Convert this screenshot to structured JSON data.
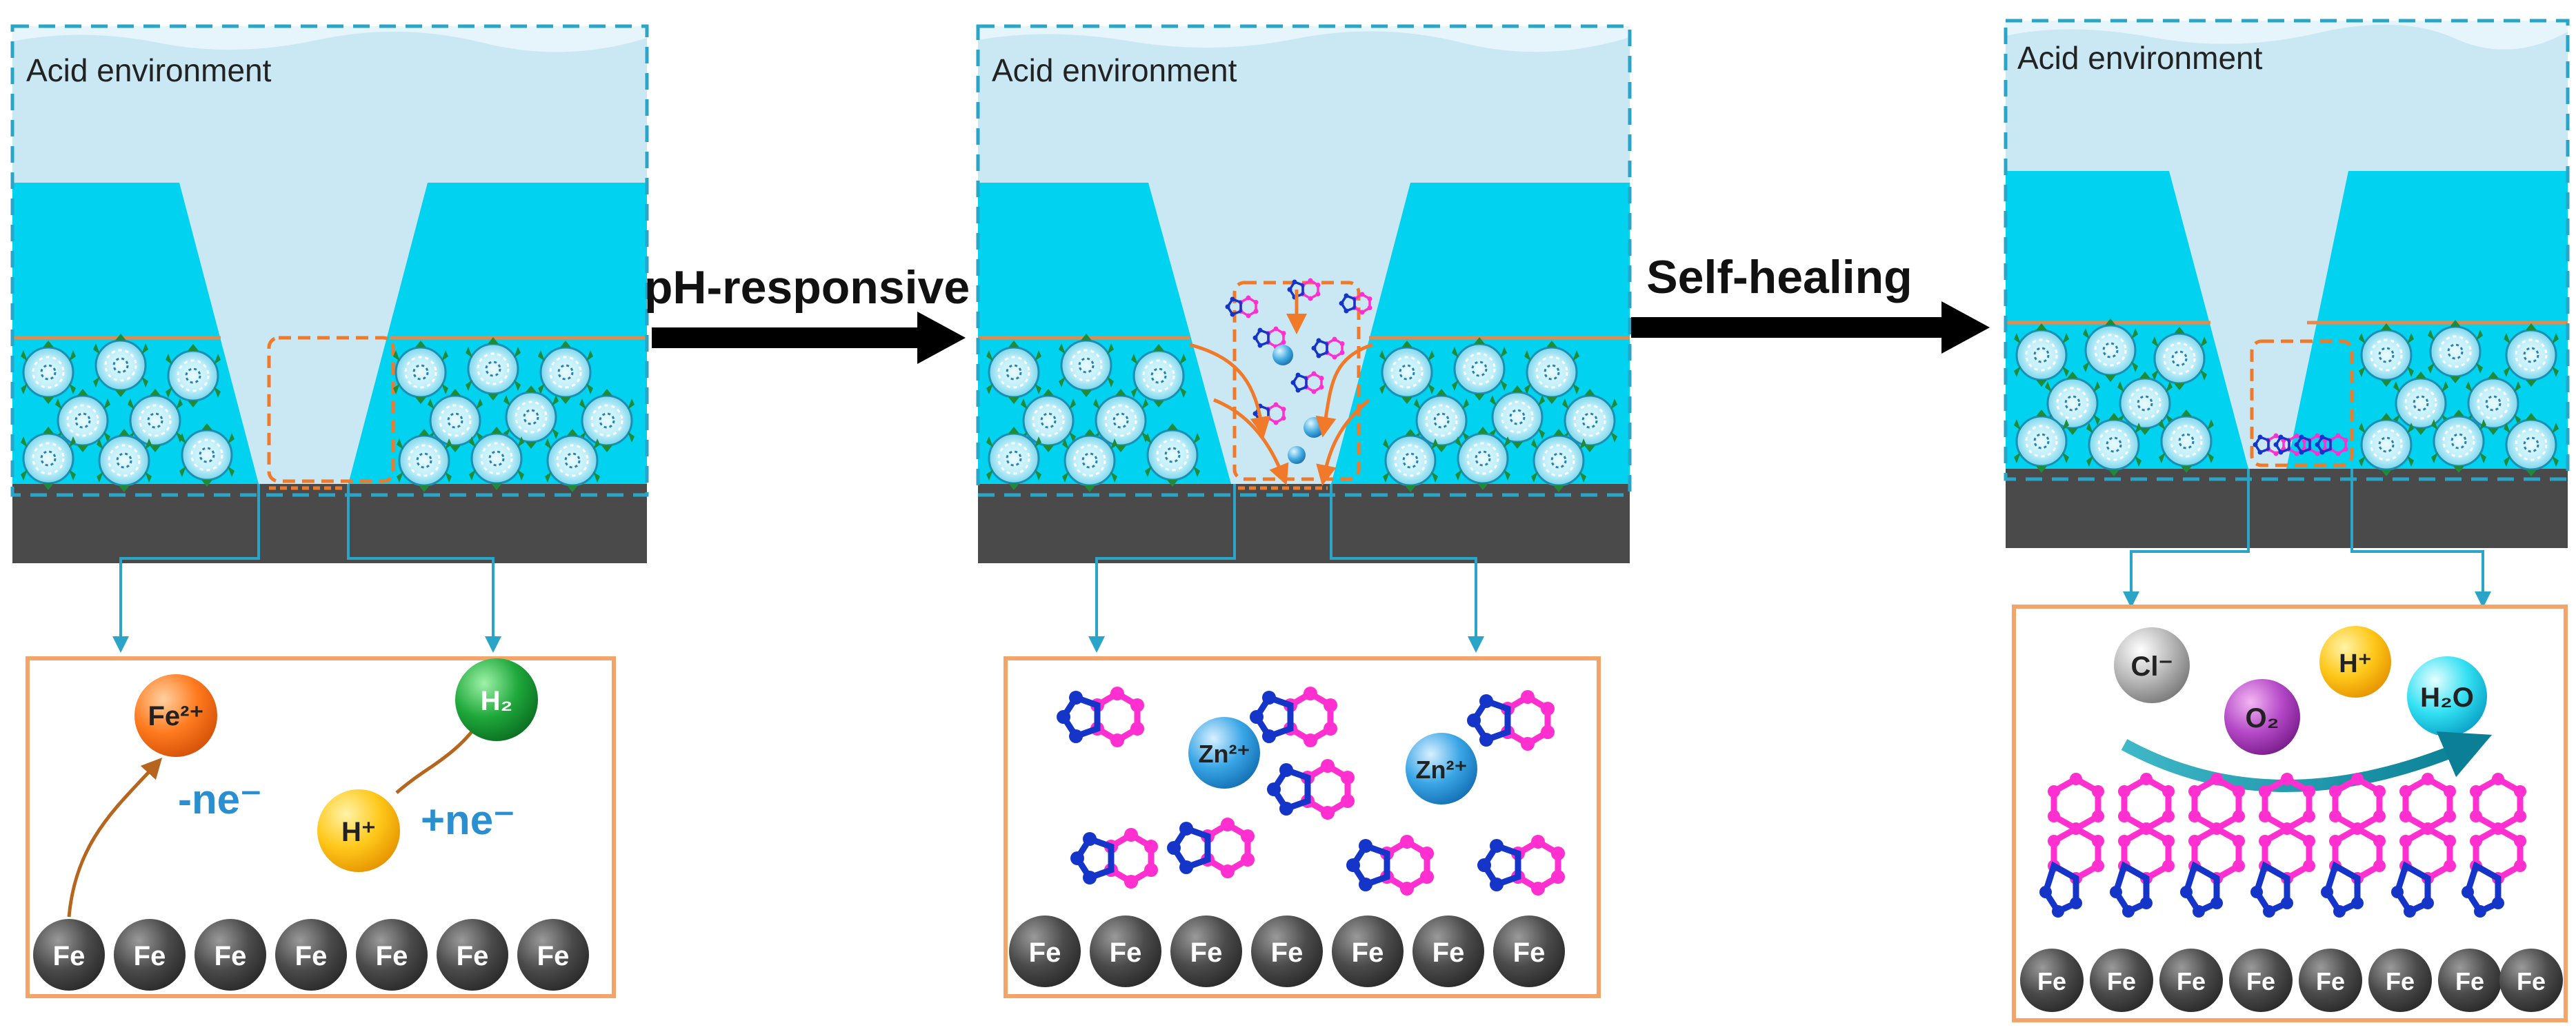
{
  "panels": [
    {
      "env_label": "Acid environment",
      "inset": {
        "fe_labels": [
          "Fe",
          "Fe",
          "Fe",
          "Fe",
          "Fe",
          "Fe",
          "Fe"
        ],
        "ion_fe": "Fe²⁺",
        "ion_h": "H⁺",
        "ion_h2": "H₂",
        "minus_ne": "-ne⁻",
        "plus_ne": "+ne⁻"
      }
    },
    {
      "env_label": "Acid environment",
      "inset": {
        "fe_labels": [
          "Fe",
          "Fe",
          "Fe",
          "Fe",
          "Fe",
          "Fe",
          "Fe"
        ],
        "zn_ion_1": "Zn²⁺",
        "zn_ion_2": "Zn²⁺"
      }
    },
    {
      "env_label": "Acid environment",
      "inset": {
        "fe_labels": [
          "Fe",
          "Fe",
          "Fe",
          "Fe",
          "Fe",
          "Fe",
          "Fe",
          "Fe"
        ],
        "cl": "Cl⁻",
        "o2": "O₂",
        "h": "H⁺",
        "h2o": "H₂O"
      }
    }
  ],
  "arrows": {
    "ph_responsive": "pH-responsive",
    "self_healing": "Self-healing"
  },
  "colors": {
    "coating": "#00d2f0",
    "sky": "#c9e8f4",
    "metal": "#4a4a4a",
    "inset_border": "#f4a469",
    "dash_border": "#2aa5c8",
    "guide_line": "#2aa5c8",
    "ring_pink": "#ff2fd0",
    "ring_blue": "#1535c9",
    "fe_ball": "#4e4e4e"
  }
}
